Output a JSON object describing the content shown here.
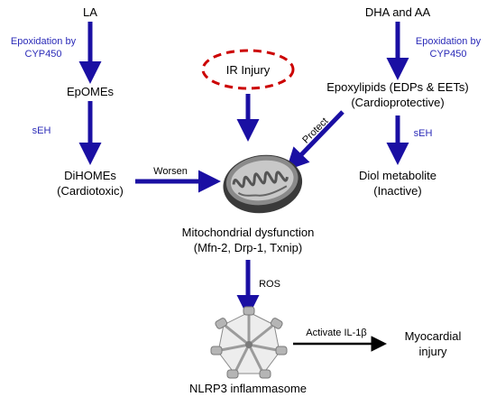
{
  "colors": {
    "arrow": "#1a0fa3",
    "enzyme_text": "#2b2bb8",
    "text": "#000000",
    "injury_ring": "#cc0000",
    "mito_dark": "#3a3a3a",
    "mito_light": "#c8c8c8",
    "nlrp3": "#b5b5b5"
  },
  "icons": {
    "mitochondrion": "mitochondrion-icon",
    "inflammasome": "nlrp3-inflammasome-icon"
  },
  "nodes": {
    "la": "LA",
    "dha_aa": "DHA and AA",
    "epomes": "EpOMEs",
    "ir_injury": "IR Injury",
    "epoxylipids": "Epoxylipids (EDPs & EETs)",
    "epoxylipids_note": "(Cardioprotective)",
    "dihomes": "DiHOMEs",
    "dihomes_note": "(Cardiotoxic)",
    "diol": "Diol metabolite",
    "diol_note": "(Inactive)",
    "mito": "Mitochondrial dysfunction",
    "mito_markers": "(Mfn-2, Drp-1, Txnip)",
    "nlrp3": "NLRP3 inflammasome",
    "myocardial": "Myocardial",
    "myocardial_2": "injury"
  },
  "steps": {
    "left_epox_1": "Epoxidation by",
    "left_epox_2": "CYP450",
    "right_epox_1": "Epoxidation by",
    "right_epox_2": "CYP450",
    "seh_left": "sEH",
    "seh_right": "sEH",
    "worsen": "Worsen",
    "protect": "Protect",
    "ros": "ROS",
    "activate": "Activate IL-1β"
  }
}
